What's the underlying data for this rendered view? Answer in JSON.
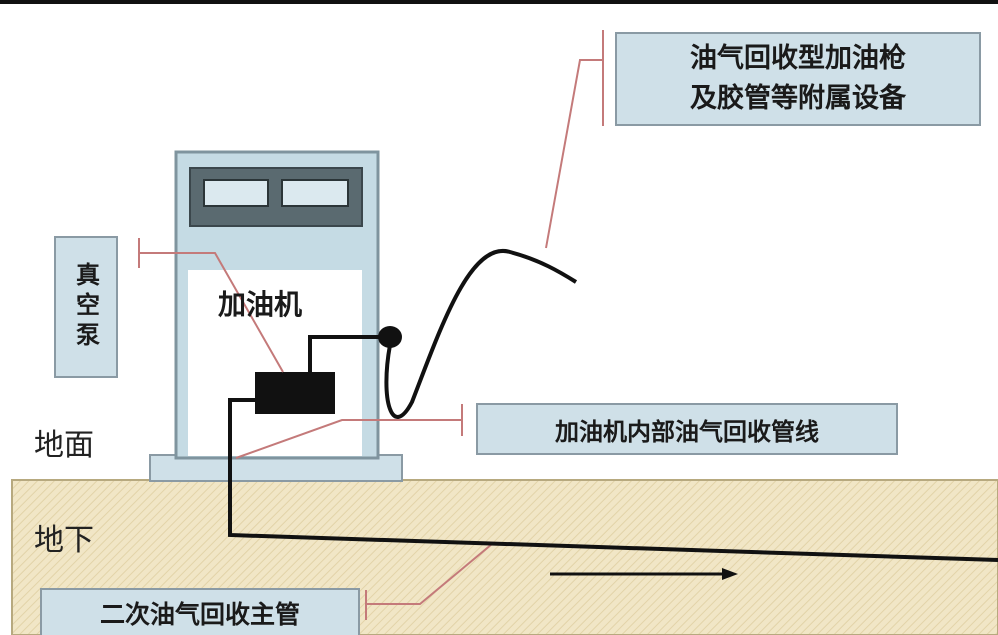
{
  "labels": {
    "nozzle_equipment_line1": "油气回收型加油枪",
    "nozzle_equipment_line2": "及胶管等附属设备",
    "vacuum_pump": "真空泵",
    "dispenser": "加油机",
    "ground": "地面",
    "internal_pipeline": "加油机内部油气回收管线",
    "underground": "地下",
    "secondary_main_pipe": "二次油气回收主管"
  },
  "colors": {
    "label_fill": "#cfe0e8",
    "label_border": "#8a9aa4",
    "underground_fill": "#f1e6c6",
    "dispenser_body": "#c5dbe4",
    "leader_line": "#c47a7a",
    "pipe": "#111111"
  }
}
